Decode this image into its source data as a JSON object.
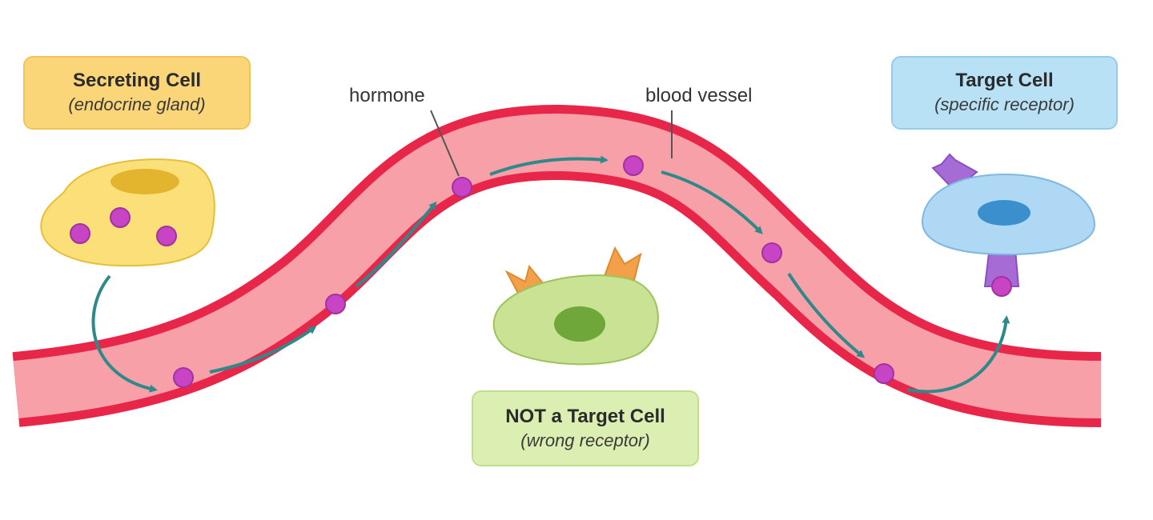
{
  "secreting_cell": {
    "title": "Secreting Cell",
    "subtitle": "(endocrine gland)"
  },
  "target_cell": {
    "title": "Target Cell",
    "subtitle": "(specific receptor)"
  },
  "not_target_cell": {
    "title_bold": "NOT",
    "title_rest": " a Target Cell",
    "subtitle": "(wrong receptor)"
  },
  "callouts": {
    "hormone": "hormone",
    "blood_vessel": "blood vessel"
  },
  "colors": {
    "vessel_wall": "#e8264a",
    "vessel_lumen": "#f7a0a8",
    "hormone": "#c744c4",
    "arrow": "#2e8a8a",
    "secreting_cell": "#fbe07a",
    "secreting_nucleus": "#e3b52e",
    "target_cell": "#aed8f3",
    "target_nucleus": "#3a8fcc",
    "target_receptor": "#a76bd6",
    "not_target_cell": "#c9e294",
    "not_target_nucleus": "#6fa73a",
    "not_target_receptor": "#f2a04a"
  }
}
